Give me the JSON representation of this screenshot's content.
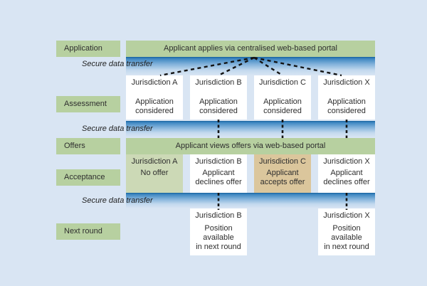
{
  "colors": {
    "background": "#d9e5f3",
    "stage_green": "#b7d0a0",
    "no_offer_green": "#ccd9b6",
    "accept_tan": "#dbc69c",
    "band_blue_dark": "#16629f",
    "box_white": "#ffffff",
    "connector_black": "#141414",
    "text": "#2e2e2e"
  },
  "stage_labels": {
    "application": "Application",
    "assessment": "Assessment",
    "offers": "Offers",
    "acceptance": "Acceptance",
    "next_round": "Next round"
  },
  "banners": {
    "application": "Applicant applies via centralised web-based portal",
    "offers": "Applicant views offers via web-based portal"
  },
  "secure": {
    "label": "Secure data transfer"
  },
  "assessment": {
    "a": {
      "title": "Jurisdiction A",
      "body": "Application\nconsidered"
    },
    "b": {
      "title": "Jurisdiction B",
      "body": "Application\nconsidered"
    },
    "c": {
      "title": "Jurisdiction C",
      "body": "Application\nconsidered"
    },
    "x": {
      "title": "Jurisdiction X",
      "body": "Application\nconsidered"
    }
  },
  "acceptance": {
    "a": {
      "title": "Jurisdiction A",
      "body": "No offer"
    },
    "b": {
      "title": "Jurisdiction B",
      "body": "Applicant\ndeclines offer"
    },
    "c": {
      "title": "Jurisdiction C",
      "body": "Applicant\naccepts offer"
    },
    "x": {
      "title": "Jurisdiction X",
      "body": "Applicant\ndeclines offer"
    }
  },
  "next_round": {
    "b": {
      "title": "Jurisdiction B",
      "body": "Position\navailable\nin next round"
    },
    "x": {
      "title": "Jurisdiction X",
      "body": "Position\navailable\nin next round"
    }
  }
}
